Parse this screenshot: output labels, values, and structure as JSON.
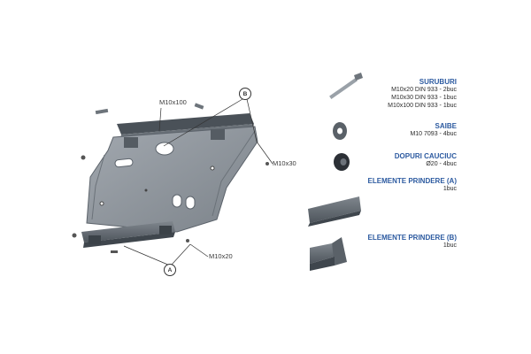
{
  "callouts": {
    "m10x100": "M10x100",
    "m10x30": "M10x30",
    "m10x20": "M10x20",
    "label_b": "B",
    "label_a": "A"
  },
  "parts_list": {
    "suruburi": {
      "title": "SURUBURI",
      "lines": [
        "M10x20 DIN 933 - 2buc",
        "M10x30 DIN 933 - 1buc",
        "M10x100 DIN 933 - 1buc"
      ]
    },
    "saibe": {
      "title": "SAIBE",
      "lines": [
        "M10 7093 - 4buc"
      ]
    },
    "dopuri": {
      "title": "DOPURI CAUCIUC",
      "lines": [
        "Ø20 - 4buc"
      ]
    },
    "elemente_a": {
      "title": "ELEMENTE PRINDERE (A)",
      "lines": [
        "1buc"
      ]
    },
    "elemente_b": {
      "title": "ELEMENTE PRINDERE (B)",
      "lines": [
        "1buc"
      ]
    }
  },
  "colors": {
    "accent_title": "#2c5aa0",
    "plate": "#8a9199",
    "plate_dark": "#5c636b",
    "bracket": "#6e757c"
  }
}
